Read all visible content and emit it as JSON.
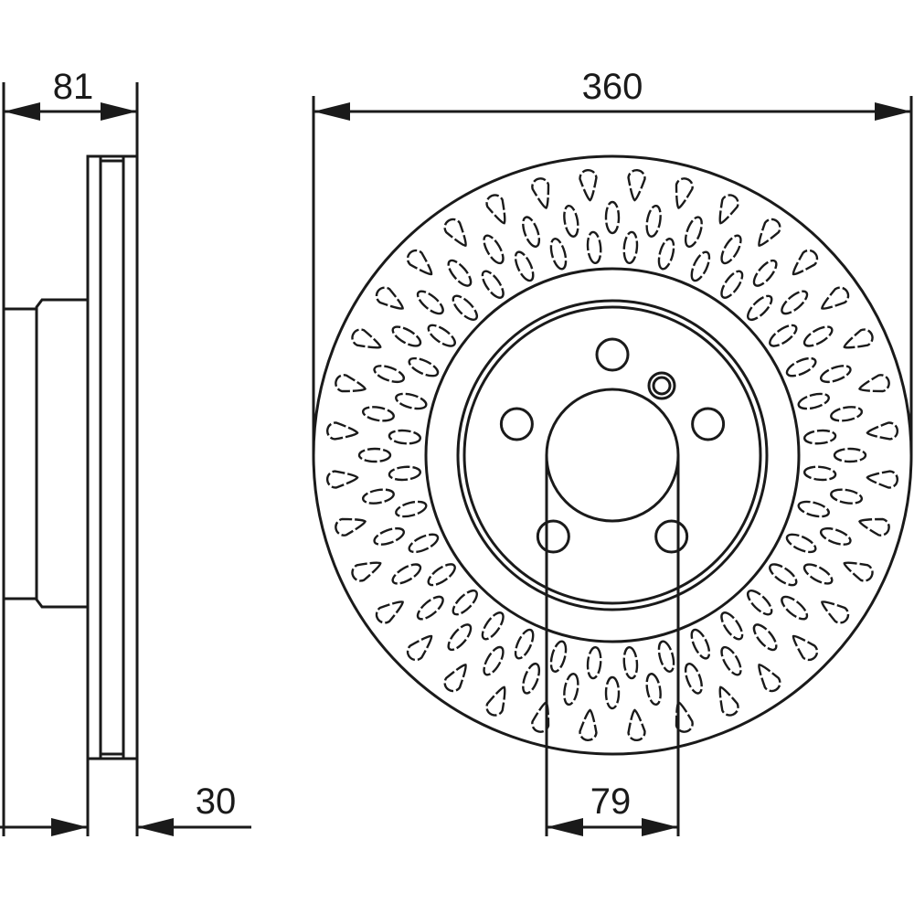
{
  "dimensions": {
    "hub_height": "81",
    "disc_diameter": "360",
    "disc_thickness": "30",
    "center_bore": "79"
  },
  "colors": {
    "line": "#1a1a1a",
    "background": "#ffffff"
  }
}
